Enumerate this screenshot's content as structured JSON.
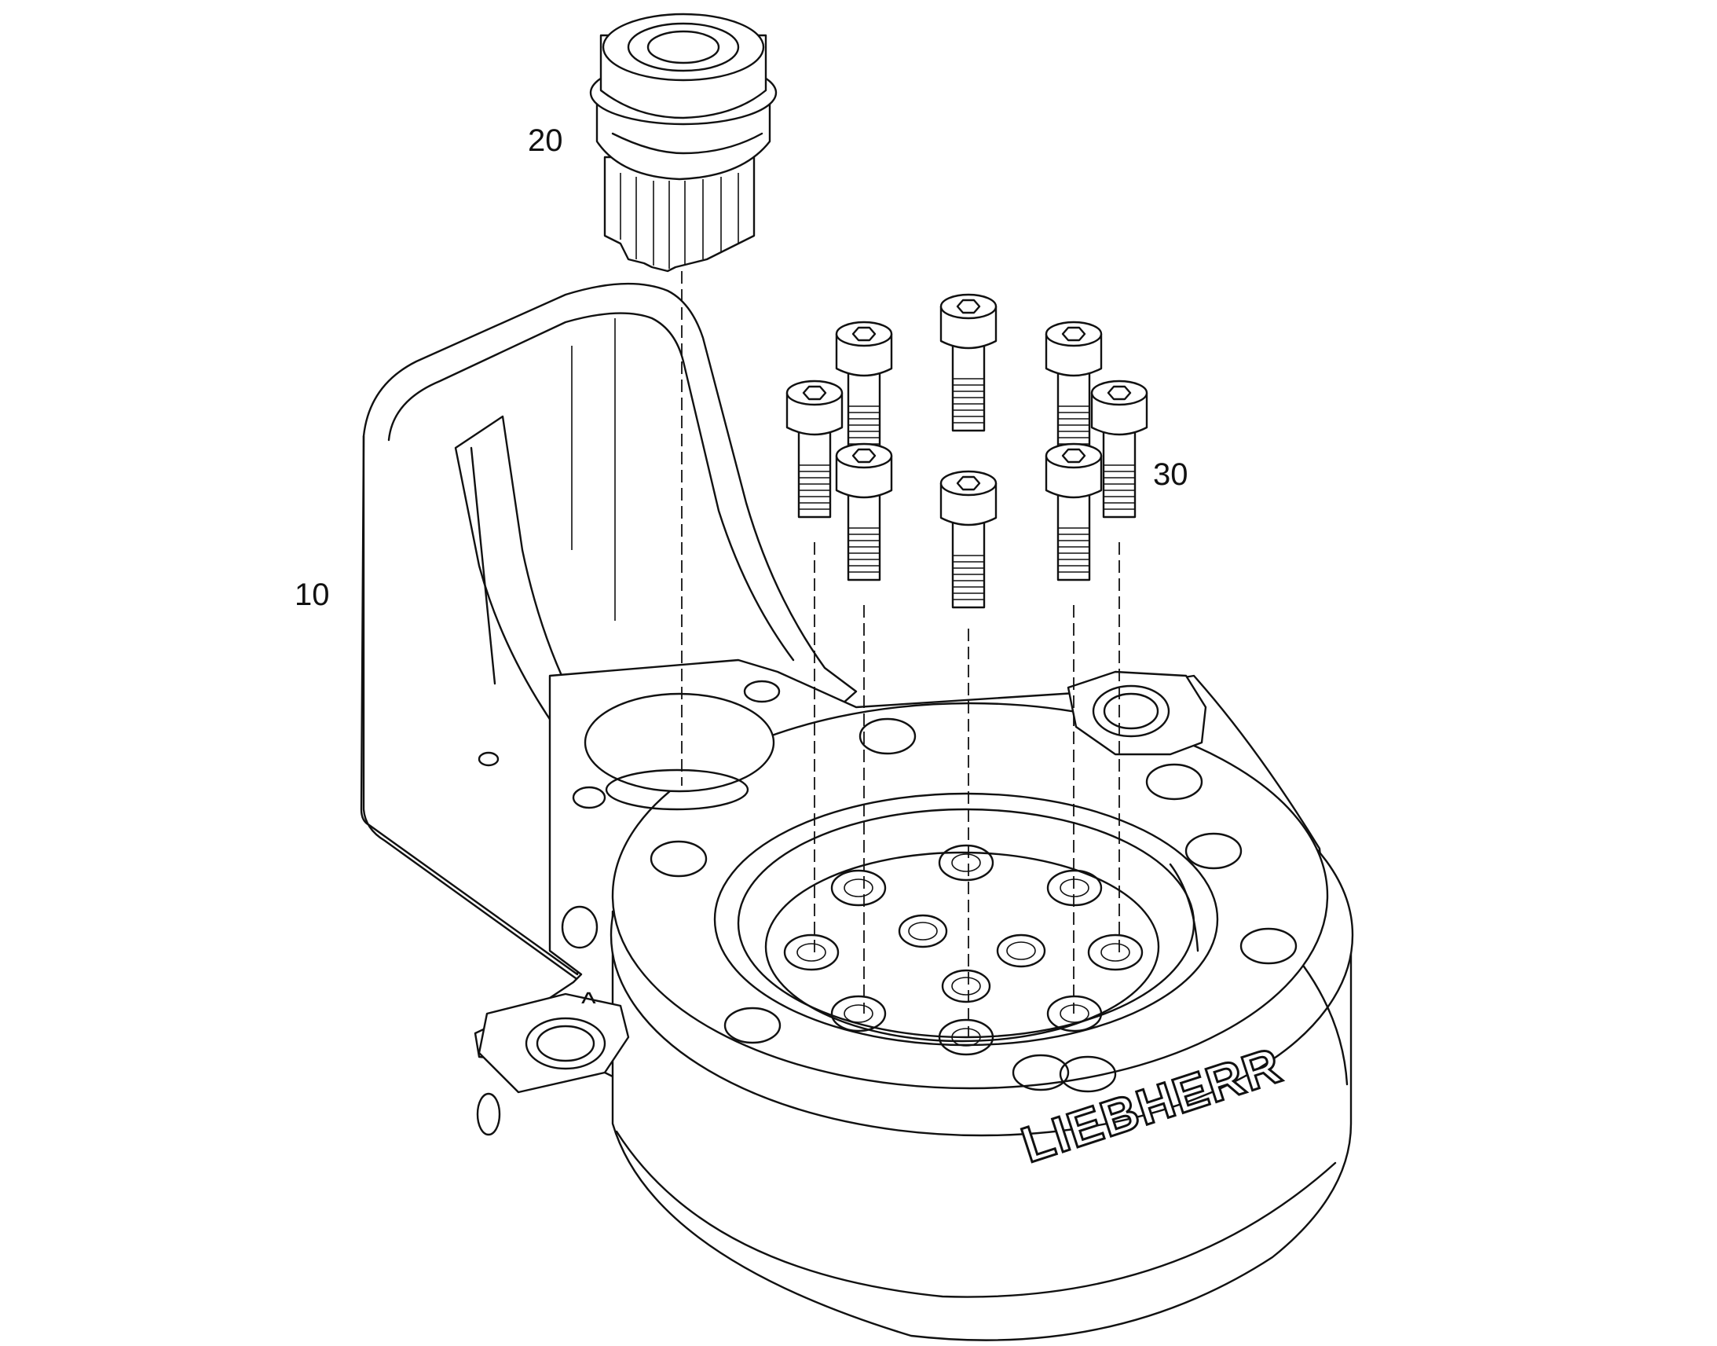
{
  "callouts": {
    "housing": "10",
    "pinion": "20",
    "screws": "30"
  },
  "brand_text": "LIEBHERR",
  "marker_glyph": "^",
  "icons": {
    "housing": "gearbox-housing-icon",
    "pinion": "pinion-gear-icon",
    "screw": "socket-head-cap-screw-icon"
  },
  "colors": {
    "line": "#111111",
    "background": "#ffffff"
  }
}
